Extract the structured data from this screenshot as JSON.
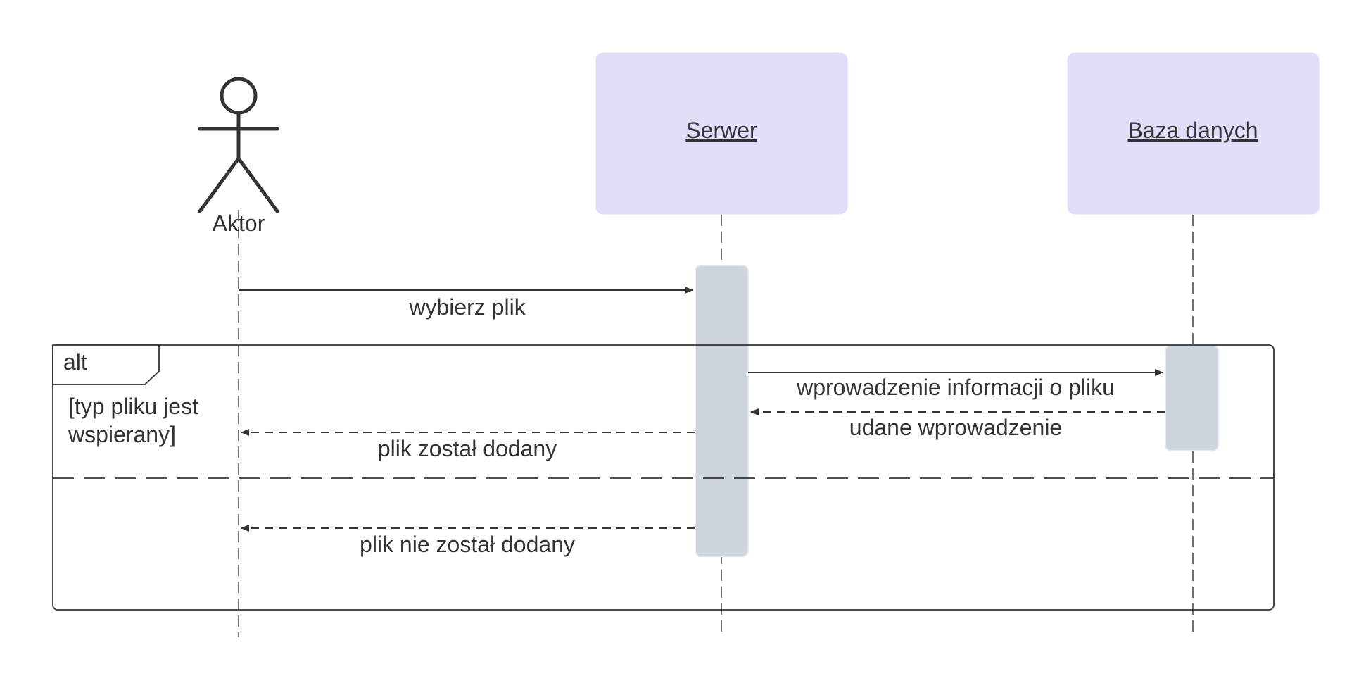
{
  "diagram": {
    "type": "sequence",
    "participants": [
      {
        "name": "Aktor",
        "kind": "actor"
      },
      {
        "name": "Serwer",
        "kind": "object"
      },
      {
        "name": "Baza danych",
        "kind": "object"
      }
    ],
    "messages": [
      {
        "label": "wybierz plik",
        "from": "Aktor",
        "to": "Serwer",
        "style": "solid"
      },
      {
        "label": "wprowadzenie informacji o pliku",
        "from": "Serwer",
        "to": "Baza danych",
        "style": "solid"
      },
      {
        "label": "udane wprowadzenie",
        "from": "Baza danych",
        "to": "Serwer",
        "style": "dashed"
      },
      {
        "label": "plik został dodany",
        "from": "Serwer",
        "to": "Aktor",
        "style": "dashed"
      },
      {
        "label": "plik nie został dodany",
        "from": "Serwer",
        "to": "Aktor",
        "style": "dashed"
      }
    ],
    "fragment": {
      "operator": "alt",
      "guard_line1": "[typ pliku jest",
      "guard_line2": "wspierany]"
    },
    "colors": {
      "participant_fill": "#dfdffa",
      "activation_fill": "#cfd5de",
      "line": "#333333",
      "text": "#333333"
    }
  }
}
